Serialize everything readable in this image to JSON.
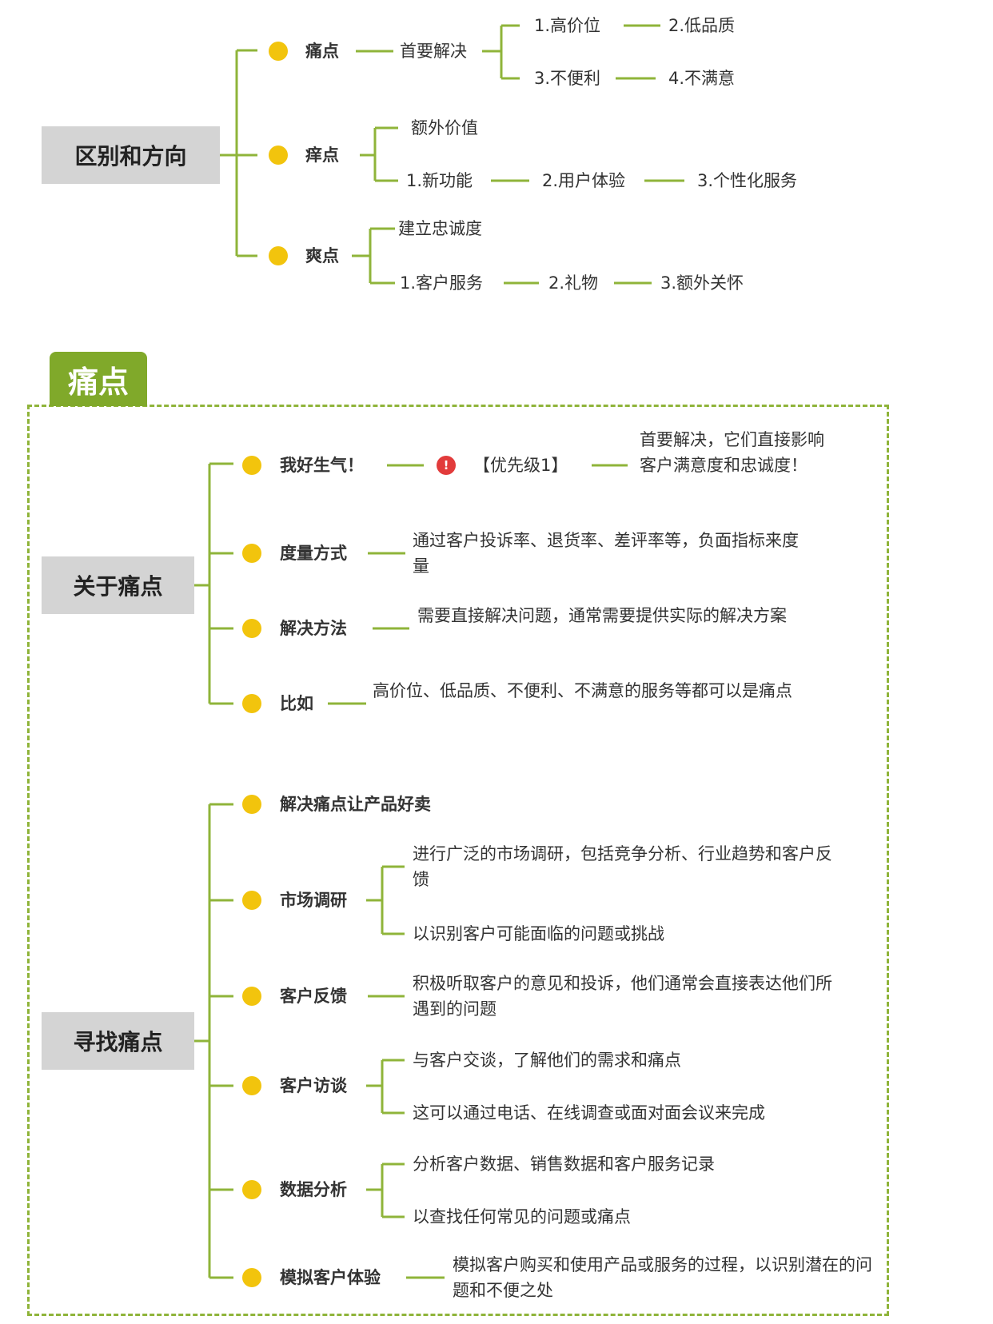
{
  "top": {
    "root": "区别和方向",
    "pain": {
      "label": "痛点",
      "child": "首要解决",
      "items": [
        "1.高价位",
        "2.低品质",
        "3.不便利",
        "4.不满意"
      ]
    },
    "itch": {
      "label": "痒点",
      "child": "额外价值",
      "items": [
        "1.新功能",
        "2.用户体验",
        "3.个性化服务"
      ]
    },
    "delight": {
      "label": "爽点",
      "child": "建立忠诚度",
      "items": [
        "1.客户服务",
        "2.礼物",
        "3.额外关怀"
      ]
    }
  },
  "section": {
    "tab": "痛点",
    "about": {
      "root": "关于痛点",
      "angry": {
        "label": "我好生气！",
        "badge": "!",
        "priority": "【优先级1】",
        "desc": "首要解决，它们直接影响客户满意度和忠诚度！"
      },
      "measure": {
        "label": "度量方式",
        "desc": "通过客户投诉率、退货率、差评率等，负面指标来度量"
      },
      "solve": {
        "label": "解决方法",
        "desc": "需要直接解决问题，通常需要提供实际的解决方案"
      },
      "example": {
        "label": "比如",
        "desc": "高价位、低品质、不便利、不满意的服务等都可以是痛点"
      }
    },
    "find": {
      "root": "寻找痛点",
      "sell": {
        "label": "解决痛点让产品好卖"
      },
      "research": {
        "label": "市场调研",
        "desc1": "进行广泛的市场调研，包括竞争分析、行业趋势和客户反馈",
        "desc2": "以识别客户可能面临的问题或挑战"
      },
      "feedback": {
        "label": "客户反馈",
        "desc": "积极听取客户的意见和投诉，他们通常会直接表达他们所遇到的问题"
      },
      "interview": {
        "label": "客户访谈",
        "desc1": "与客户交谈，了解他们的需求和痛点",
        "desc2": "这可以通过电话、在线调查或面对面会议来完成"
      },
      "analysis": {
        "label": "数据分析",
        "desc1": "分析客户数据、销售数据和客户服务记录",
        "desc2": "以查找任何常见的问题或痛点"
      },
      "simulate": {
        "label": "模拟客户体验",
        "desc": "模拟客户购买和使用产品或服务的过程，以识别潜在的问题和不便之处"
      }
    }
  },
  "colors": {
    "connector": "#8fb43a",
    "dot": "#f2c40d",
    "root_bg": "#d4d4d4",
    "tab_bg": "#80a92a",
    "badge": "#e23b3b"
  }
}
